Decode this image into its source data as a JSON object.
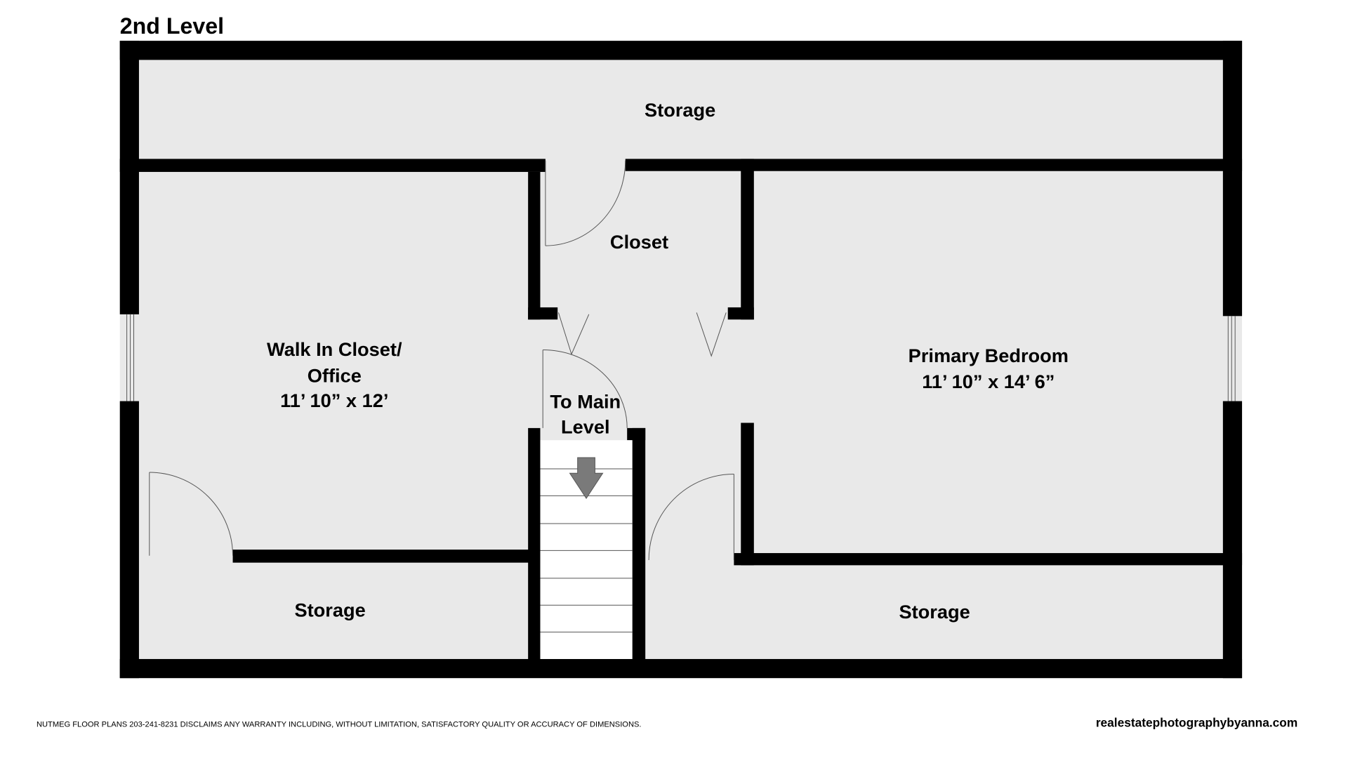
{
  "title": "2nd Level",
  "rooms": {
    "storage_top": "Storage",
    "closet": "Closet",
    "walk_in": {
      "line1": "Walk In Closet/",
      "line2": "Office",
      "dims": "11’ 10” x 12’"
    },
    "primary": {
      "line1": "Primary Bedroom",
      "dims": "11’ 10” x 14’ 6”"
    },
    "stairs": {
      "line1": "To Main",
      "line2": "Level"
    },
    "storage_left": "Storage",
    "storage_right": "Storage"
  },
  "footer": {
    "disclaimer": "NUTMEG FLOOR PLANS 203-241-8231 DISCLAIMS ANY WARRANTY INCLUDING, WITHOUT LIMITATION, SATISFACTORY QUALITY OR ACCURACY OF DIMENSIONS.",
    "website": "realestatephotographybyanna.com"
  },
  "colors": {
    "wall": "#000000",
    "floor": "#e9e9e9",
    "arrow": "#7a7a7a"
  }
}
